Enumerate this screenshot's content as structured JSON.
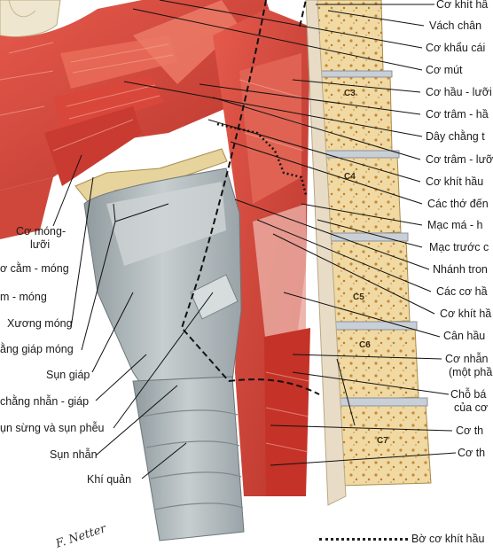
{
  "vertebrae": [
    "C3",
    "C4",
    "C5",
    "C6",
    "C7"
  ],
  "labels_right": [
    "Cơ khít hầ",
    "Vách chân",
    "Cơ khẩu cái",
    "Cơ mút",
    "Cơ hầu - lưỡi",
    "Cơ trâm - hầ",
    "Dây chằng t",
    "Cơ trâm - lưỡ",
    "Cơ khít hầu",
    "Các thớ đến",
    "Mạc má - h",
    "Mạc trước c",
    "Nhánh tron",
    "Các cơ hầ",
    "Cơ khít hầ",
    "Cân hầu",
    "Cơ nhẫn",
    "(một phầ",
    "Chỗ bá",
    "của cơ",
    "Cơ th",
    "Cơ th"
  ],
  "labels_left": [
    "Cơ móng-",
    "lưỡi",
    "ơ cằm - móng",
    "m - móng",
    "Xương móng",
    "ằng giáp móng",
    "Sụn giáp",
    "chằng nhẫn - giáp",
    "ụn sừng và sụn phễu",
    "Sụn nhẫn",
    "Khí quản"
  ],
  "signature": "F. Netter",
  "legend": {
    "text": "Bờ cơ khít hầu"
  },
  "colors": {
    "muscle": "#d94a3e",
    "muscle_dark": "#a82a24",
    "cartilage": "#b8c1c4",
    "bone": "#efe1b7",
    "disc": "#c9cfd6",
    "tendon": "#e7dcc8"
  }
}
